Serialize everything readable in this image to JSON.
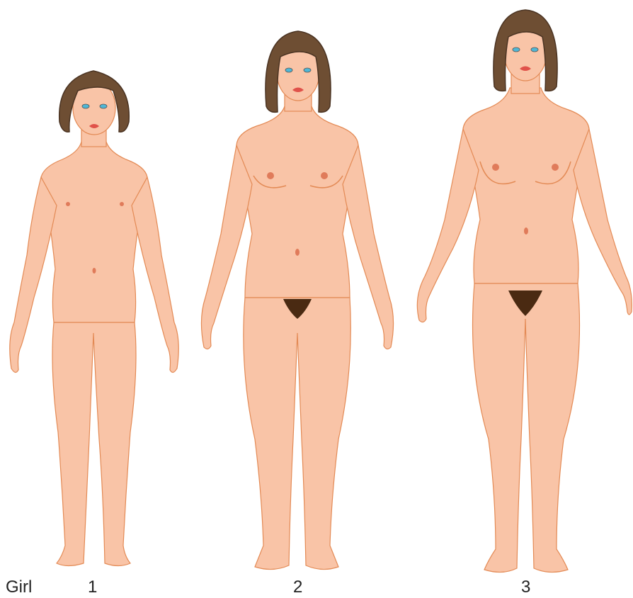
{
  "labels": {
    "girl": "Girl",
    "stage_1": "1",
    "stage_2": "2",
    "stage_3": "3"
  },
  "colors": {
    "skin": "#F9C4A7",
    "outline": "#E38A55",
    "hair": "#6E4E33",
    "hair_dark": "#4A3322",
    "pubic_hair": "#4A2A12",
    "nipple": "#E07B5A",
    "lips": "#E0524A",
    "eyes": "#4FB7D6",
    "label_text": "#222222"
  },
  "figures": [
    {
      "name": "girl-stage-1",
      "stage": "1"
    },
    {
      "name": "girl-stage-2",
      "stage": "2"
    },
    {
      "name": "girl-stage-3",
      "stage": "3"
    }
  ]
}
